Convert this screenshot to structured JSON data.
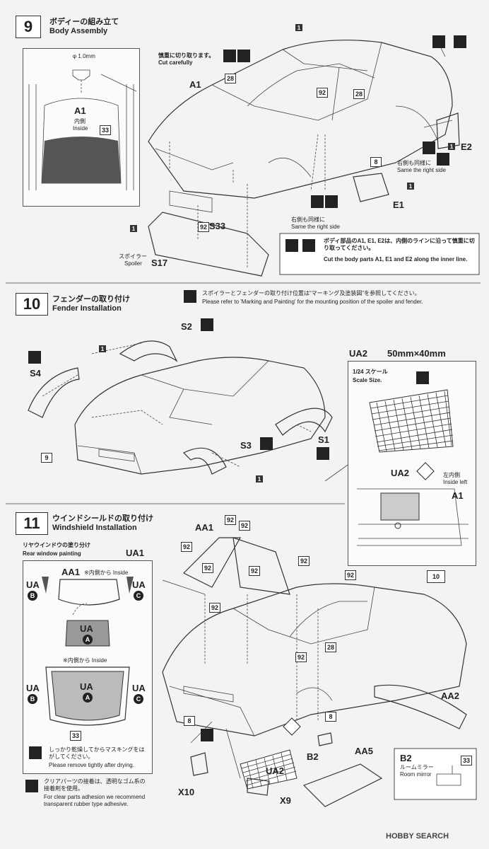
{
  "step9": {
    "num": "9",
    "title_jp": "ボディーの組み立て",
    "title_en": "Body Assembly",
    "diameter": "φ 1.0mm",
    "inset_part": "A1",
    "inset_inside_jp": "内側",
    "inset_inside_en": "Inside",
    "inset_ref": "33",
    "cut_jp": "慎重に切り取ります。",
    "cut_en": "Cut carefully",
    "part_a1": "A1",
    "part_e1": "E1",
    "part_e2": "E2",
    "part_s33": "S33",
    "part_s17": "S17",
    "spoiler_jp": "スポイラー",
    "spoiler_en": "Spoiler",
    "same_right_jp": "右側も同様に",
    "same_right_en": "Same the right side",
    "same_right2_jp": "右側も同様に",
    "same_right2_en": "Same the right side",
    "note_jp": "ボディ部品のA1, E1, E2は、内側のラインに沿って慎重に切り取ってください。",
    "note_en": "Cut the body parts A1, E1 and E2 along the inner line.",
    "refs": [
      "1",
      "28",
      "92",
      "8",
      "1",
      "1",
      "92",
      "28",
      "1"
    ]
  },
  "step10": {
    "num": "10",
    "title_jp": "フェンダーの取り付け",
    "title_en": "Fender Installation",
    "note_jp": "スポイラーとフェンダーの取り付け位置は“マーキング及塗装図”を参照してください。",
    "note_en": "Please refer to 'Marking and Painting' for the mounting position of the spoiler and fender.",
    "s2": "S2",
    "s4": "S4",
    "s3": "S3",
    "s1": "S1",
    "ref_9": "9",
    "ref_1a": "1",
    "ref_1b": "1",
    "ua2_title": "UA2",
    "ua2_size": "50mm×40mm",
    "scale_jp": "1/24 スケール",
    "scale_en": "Scale Size.",
    "ua2_label": "UA2",
    "left_inside_jp": "左内側",
    "left_inside_en": "Inside left",
    "a1_label": "A1"
  },
  "step11": {
    "num": "11",
    "title_jp": "ウインドシールドの取り付け",
    "title_en": "Windshield Installation",
    "rear_jp": "リヤウインドウの塗り分け",
    "rear_en": "Rear window painting",
    "ua1": "UA1",
    "aa1_inside": "AA1",
    "aa1_note": "※内側から Inside",
    "ua_b": "UA",
    "b": "B",
    "ua_c": "UA",
    "c": "C",
    "ua_a": "UA",
    "a": "A",
    "inside_note": "※内側から Inside",
    "ua_b2": "UA",
    "b2": "B",
    "ua_a2": "UA",
    "a2": "A",
    "ua_c2": "UA",
    "c2": "C",
    "ref_33": "33",
    "dry_jp": "しっかり乾燥してからマスキングをはがしてください。",
    "dry_en": "Please remove tightly after drying.",
    "clear_jp": "クリアパーツの接着は、透明なゴム系の接着剤を使用。",
    "clear_en": "For clear parts adhesion we recommend transparent rubber type adhesive.",
    "aa1": "AA1",
    "ref10": "10",
    "aa2": "AA2",
    "aa5": "AA5",
    "ua2": "UA2",
    "b2_part": "B2",
    "x10": "X10",
    "x9": "X9",
    "b2_room": "B2",
    "room_jp": "ルームミラー",
    "room_en": "Room mirror",
    "refs92": [
      "92",
      "92",
      "92",
      "92",
      "92",
      "92",
      "92",
      "92",
      "92"
    ],
    "ref28": "28",
    "ref8a": "8",
    "ref8b": "8",
    "ref33": "33"
  },
  "watermark": "HOBBY SEARCH"
}
